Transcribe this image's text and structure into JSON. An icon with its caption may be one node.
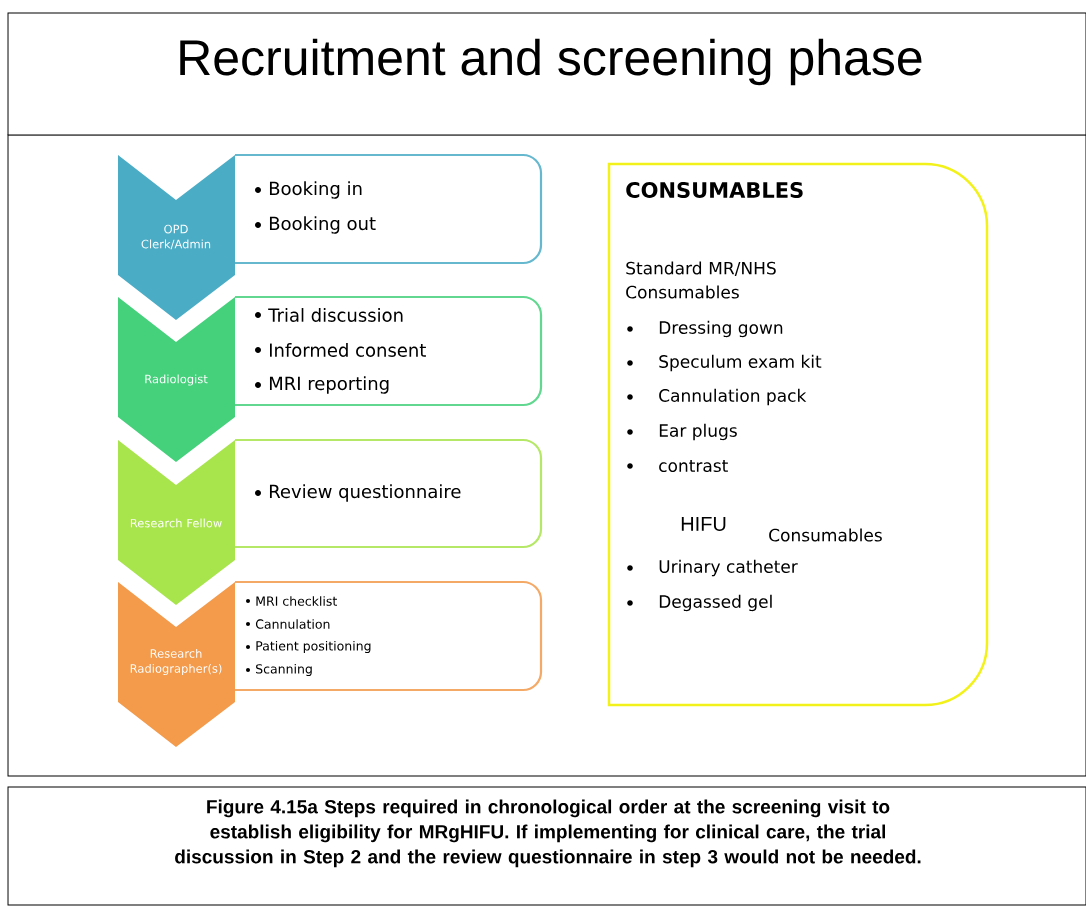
{
  "diagram": {
    "title": "Recruitment and screening phase",
    "caption": "Figure 4.15a Steps required in chronological order at the screening visit to establish eligibility for MRgHIFU. If implementing for clinical care, the trial discussion in Step 2 and the review questionnaire in step 3 would not be needed.",
    "nodes": [
      {
        "text": [
          "OPD Clerk/Admin"
        ]
      },
      {
        "text": [
          "Booking in",
          "Booking out"
        ]
      },
      {
        "text": [
          "Radiologist"
        ]
      },
      {
        "text": [
          "Trial discussion",
          "Informed consent",
          "MRI reporting"
        ]
      },
      {
        "text": [
          "Research Fellow"
        ]
      },
      {
        "text": [
          "Review questionnaire"
        ]
      },
      {
        "text": [
          "Research Radiographer(s)"
        ]
      },
      {
        "text": [
          "MRI checklist",
          "Cannulation",
          "Patient positioning",
          "Scanning"
        ]
      },
      {
        "text": [
          "CONSUMABLES",
          "Standard MR/NHS Consumables",
          "Dressing gown",
          "Speculum exam kit",
          "Cannulation pack",
          "Ear plugs",
          "contrast",
          "HIFU",
          "Consumables",
          "Urinary catheter",
          "Degassed gel"
        ]
      }
    ]
  }
}
